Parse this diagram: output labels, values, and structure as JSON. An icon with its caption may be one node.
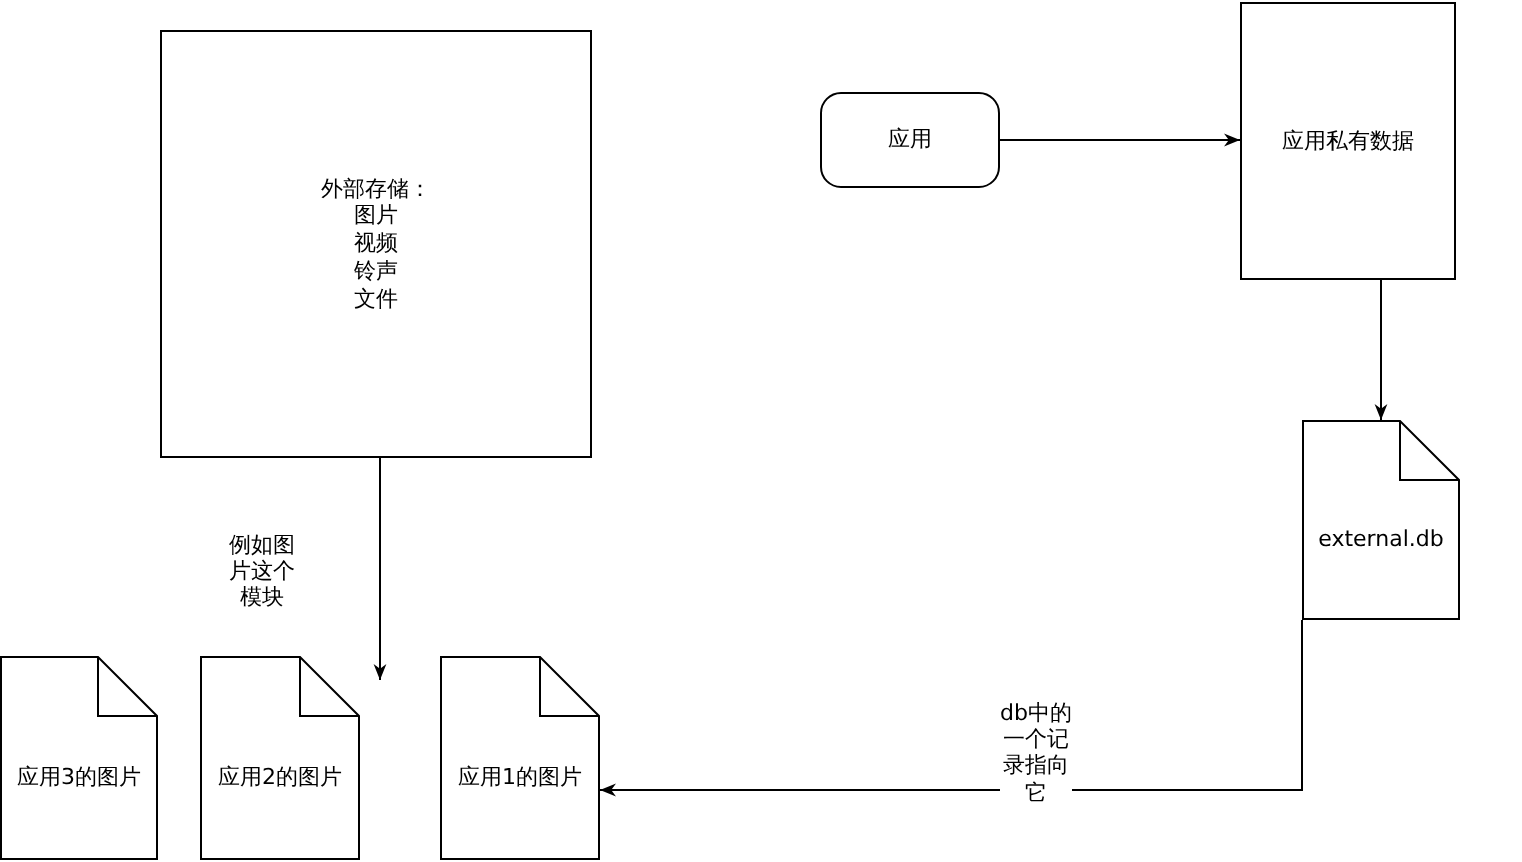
{
  "diagram": {
    "nodes": [
      {
        "text": [
          "外部存储：",
          "图片",
          "视频",
          "铃声",
          "文件"
        ]
      },
      {
        "text": [
          "应用"
        ]
      },
      {
        "text": [
          "应用私有数据"
        ]
      },
      {
        "text": [
          "external.db"
        ]
      },
      {
        "text": [
          "应用3的图片"
        ]
      },
      {
        "text": [
          "应用2的图片"
        ]
      },
      {
        "text": [
          "应用1的图片"
        ]
      }
    ],
    "edges": [
      {
        "from": 1,
        "to": 2,
        "arrow": "to"
      },
      {
        "from": 2,
        "to": 3,
        "arrow": "to"
      },
      {
        "from": 3,
        "to": 6,
        "arrow": "to",
        "label": "db中的一个记录指向它"
      },
      {
        "from": 0,
        "to": 5,
        "arrow": "to",
        "label": "例如图片这个模块"
      }
    ]
  }
}
